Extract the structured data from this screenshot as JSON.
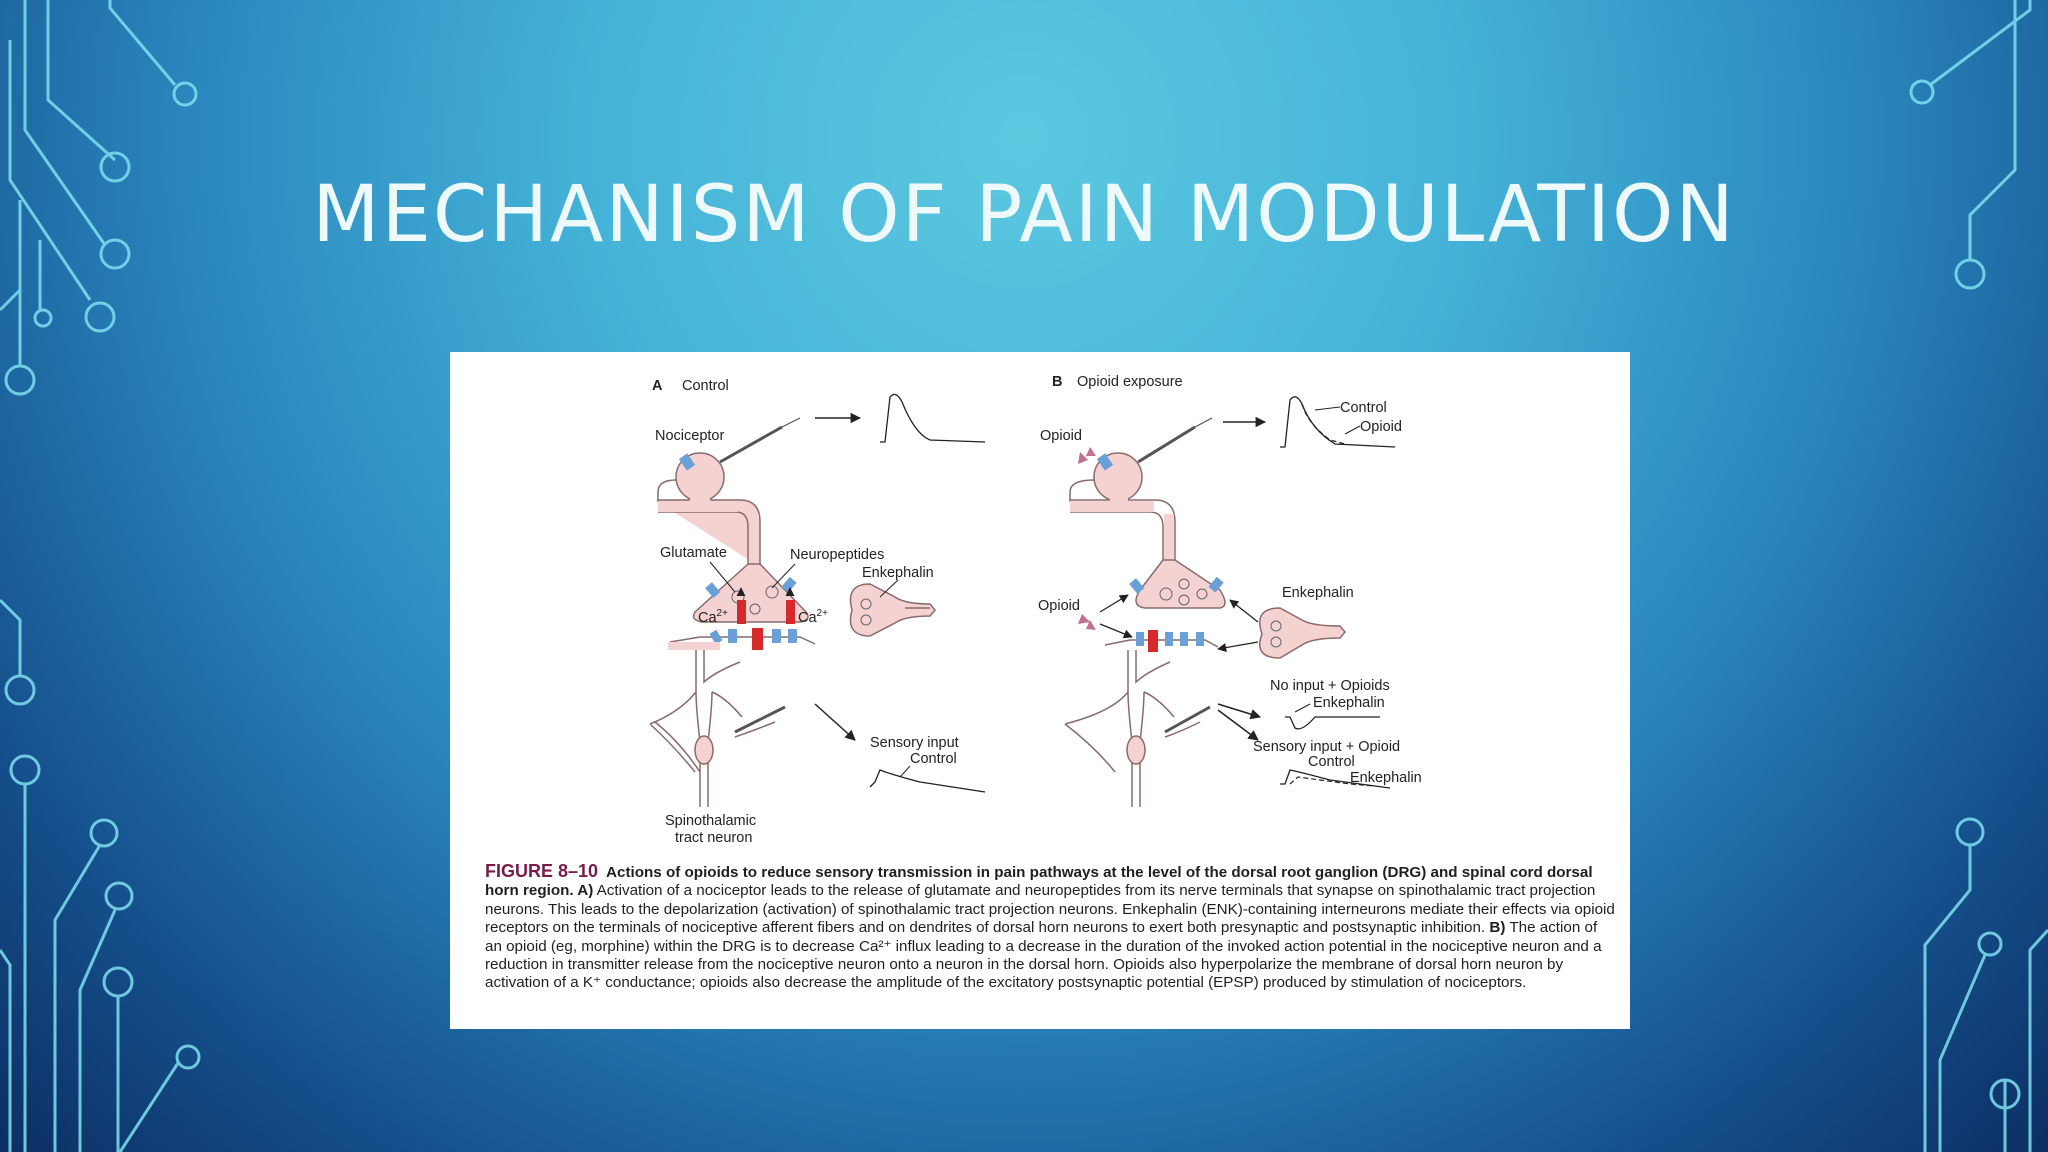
{
  "slide": {
    "title": "MECHANISM OF PAIN MODULATION"
  },
  "figure": {
    "panel_a": {
      "letter": "A",
      "title": "Control",
      "nociceptor": "Nociceptor",
      "glutamate": "Glutamate",
      "neuropeptides": "Neuropeptides",
      "enkephalin": "Enkephalin",
      "ca_left": "Ca",
      "ca_right": "Ca",
      "ca_superscript": "2+",
      "sensory_input": "Sensory input",
      "control": "Control",
      "spinothalamic_1": "Spinothalamic",
      "spinothalamic_2": "tract neuron"
    },
    "panel_b": {
      "letter": "B",
      "title": "Opioid exposure",
      "opioid_top": "Opioid",
      "control_trace": "Control",
      "opioid_trace": "Opioid",
      "opioid_mid": "Opioid",
      "enkephalin": "Enkephalin",
      "no_input": "No input + Opioids",
      "enkephalin_trace1": "Enkephalin",
      "sensory_opioid": "Sensory input + Opioid",
      "control_trace2": "Control",
      "enkephalin_trace2": "Enkephalin"
    },
    "caption": {
      "figure_number": "FIGURE 8–10",
      "bold_intro": "Actions of opioids to reduce sensory transmission in pain pathways at the level of the dorsal root ganglion (DRG) and spinal cord dorsal horn region. A)",
      "text_a": " Activation of a nociceptor leads to the release of glutamate and neuropeptides from its nerve terminals that synapse on spinothalamic tract projection neurons. This leads to the depolarization (activation) of spinothalamic tract projection neurons. Enkephalin (ENK)-containing interneurons mediate their effects via opioid receptors on the terminals of nociceptive afferent fibers and on dendrites of dorsal horn neurons to exert both presynaptic and postsynaptic inhibition. ",
      "bold_b": "B)",
      "text_b": " The action of an opioid (eg, morphine) within the DRG is to decrease Ca²⁺ influx leading to a decrease in the duration of the invoked action potential in the nociceptive neuron and a reduction in transmitter release from the nociceptive neuron onto a neuron in the dorsal horn. Opioids also hyperpolarize the membrane of dorsal horn neuron by activation of a K⁺ conductance; opioids also decrease the amplitude of the excitatory postsynaptic potential (EPSP) produced by stimulation of nociceptors."
    }
  },
  "colors": {
    "circuit": "#7fe0f0",
    "cell_fill": "#f5d2d2",
    "cell_stroke": "#8a6a6a",
    "receptor": "#6aa0d8",
    "channel": "#d42a2a",
    "figure_number": "#7a1a4a"
  }
}
